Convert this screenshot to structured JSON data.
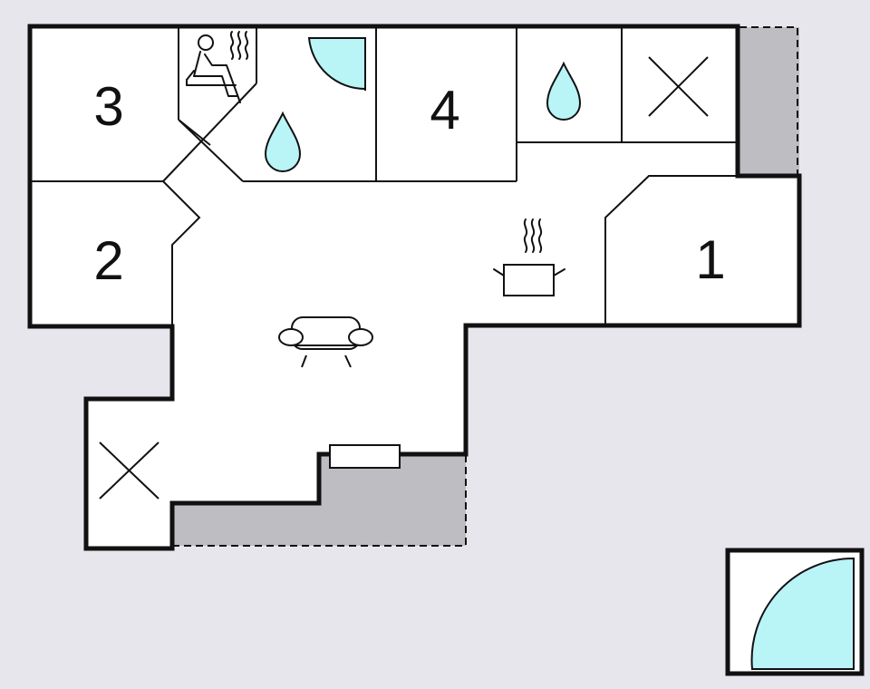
{
  "floorplan": {
    "rooms": [
      {
        "id": "room-3",
        "label": "3",
        "icon": "none"
      },
      {
        "id": "room-2",
        "label": "2",
        "icon": "none"
      },
      {
        "id": "room-4",
        "label": "4",
        "icon": "none"
      },
      {
        "id": "room-1",
        "label": "1",
        "icon": "none"
      },
      {
        "id": "sauna",
        "label": "",
        "icon": "sauna-icon"
      },
      {
        "id": "bathroom",
        "label": "",
        "icon": "water-drop-icon"
      },
      {
        "id": "wc",
        "label": "",
        "icon": "water-drop-icon"
      },
      {
        "id": "storage-top",
        "label": "",
        "icon": "cross-icon"
      },
      {
        "id": "storage-side",
        "label": "",
        "icon": "cross-icon"
      },
      {
        "id": "living-area",
        "label": "",
        "icon": "sofa-icon"
      },
      {
        "id": "kitchen",
        "label": "",
        "icon": "cooking-pot-icon"
      },
      {
        "id": "outdoor-pool",
        "label": "",
        "icon": "pool-icon"
      }
    ],
    "colors": {
      "background": "#e6e6ec",
      "wall": "#111111",
      "floor": "#ffffff",
      "terrace": "#bdbdc2",
      "water": "#b9f4f7"
    }
  }
}
